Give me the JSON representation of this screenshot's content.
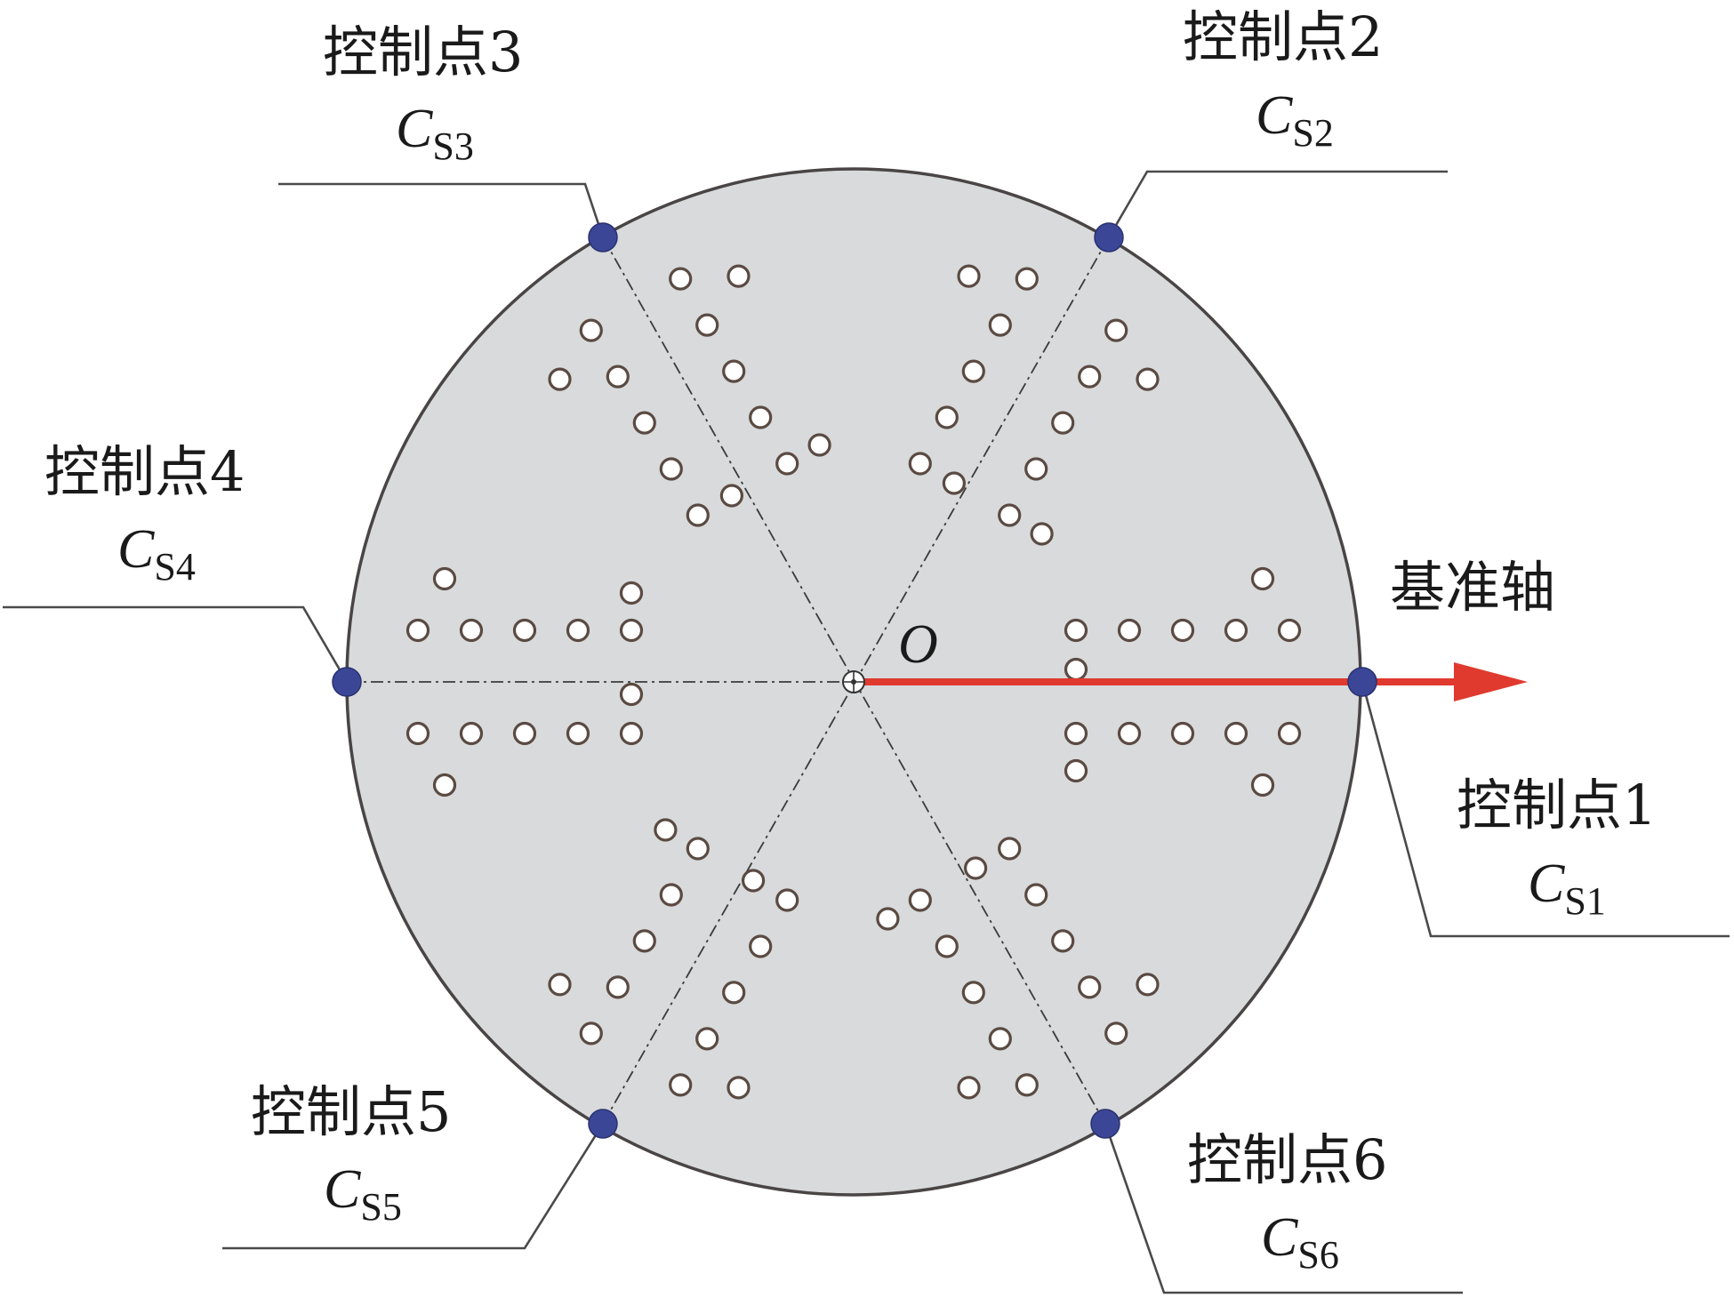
{
  "diagram": {
    "origin_label": "O",
    "axis_label": "基准轴",
    "axis_color": "#e03a2f",
    "disk_fill": "#d8dadb",
    "disk_stroke": "#4a4545",
    "control_point_color": "#3b4796",
    "control_points": [
      {
        "name": "控制点1",
        "symbol": "C",
        "subscript": "S1"
      },
      {
        "name": "控制点2",
        "symbol": "C",
        "subscript": "S2"
      },
      {
        "name": "控制点3",
        "symbol": "C",
        "subscript": "S3"
      },
      {
        "name": "控制点4",
        "symbol": "C",
        "subscript": "S4"
      },
      {
        "name": "控制点5",
        "symbol": "C",
        "subscript": "S5"
      },
      {
        "name": "控制点6",
        "symbol": "C",
        "subscript": "S6"
      }
    ]
  }
}
